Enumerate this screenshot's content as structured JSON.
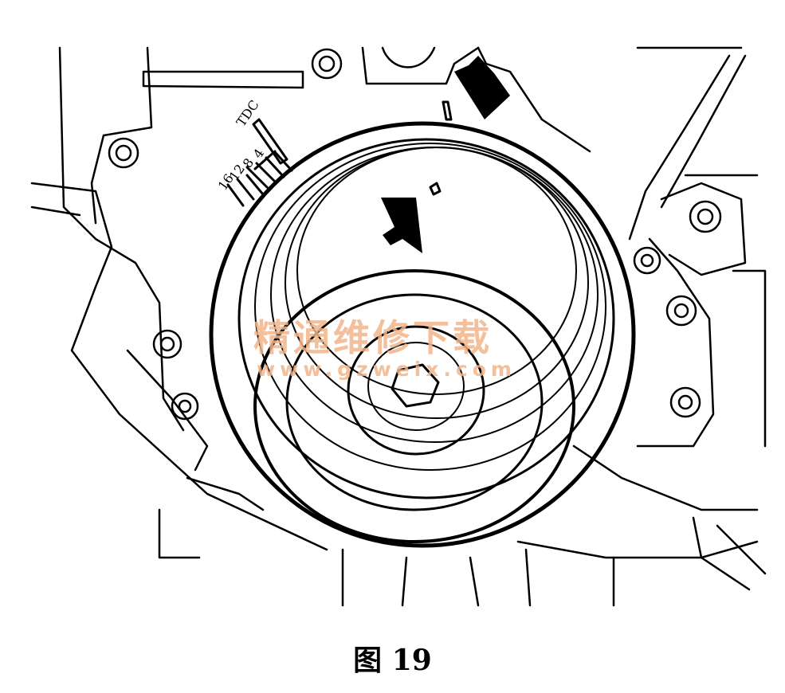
{
  "figure": {
    "caption": "图 19"
  },
  "labels": {
    "tdc": "TDC",
    "mark_16": "16",
    "mark_12": "12",
    "mark_8": "8",
    "mark_4": "4"
  },
  "watermark": {
    "line1": "精通维修下载",
    "line2": "www.gzweix.com",
    "color": "#f3b58a"
  }
}
